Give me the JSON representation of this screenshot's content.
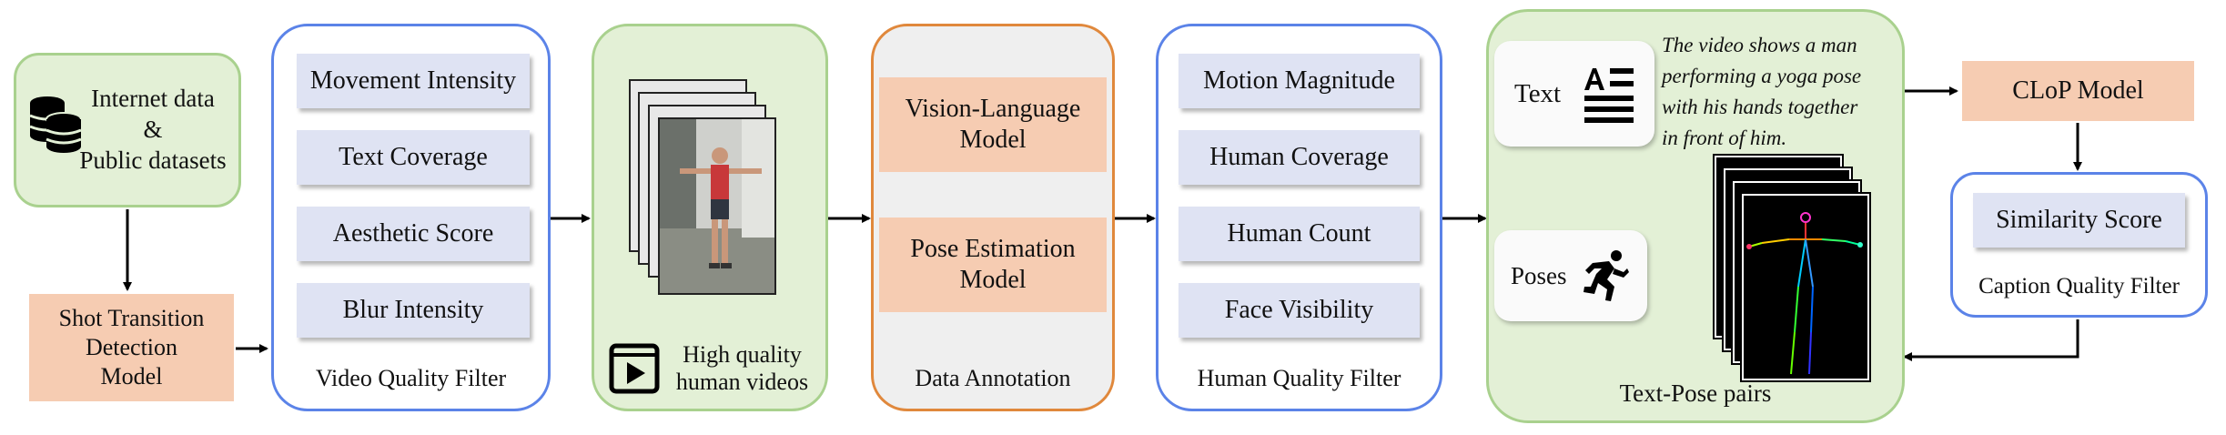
{
  "source": {
    "line1": "Internet data",
    "line2": "&",
    "line3": "Public datasets"
  },
  "shot_model": {
    "line1": "Shot Transition",
    "line2": "Detection",
    "line3": "Model"
  },
  "video_filter": {
    "items": [
      "Movement Intensity",
      "Text Coverage",
      "Aesthetic Score",
      "Blur Intensity"
    ],
    "label": "Video Quality Filter"
  },
  "human_videos": {
    "line1": "High quality",
    "line2": "human videos"
  },
  "annotation": {
    "vlm_line1": "Vision-Language",
    "vlm_line2": "Model",
    "pose_line1": "Pose Estimation",
    "pose_line2": "Model",
    "label": "Data Annotation"
  },
  "human_filter": {
    "items": [
      "Motion Magnitude",
      "Human Coverage",
      "Human Count",
      "Face Visibility"
    ],
    "label": "Human Quality Filter"
  },
  "pairs": {
    "text_label": "Text",
    "poses_label": "Poses",
    "caption_lines": [
      "The video shows a man",
      "performing a yoga pose",
      "with his hands together",
      "in front of him."
    ],
    "label": "Text-Pose pairs"
  },
  "clop": {
    "label": "CLoP Model"
  },
  "caption_filter": {
    "item": "Similarity Score",
    "label": "Caption Quality Filter"
  }
}
